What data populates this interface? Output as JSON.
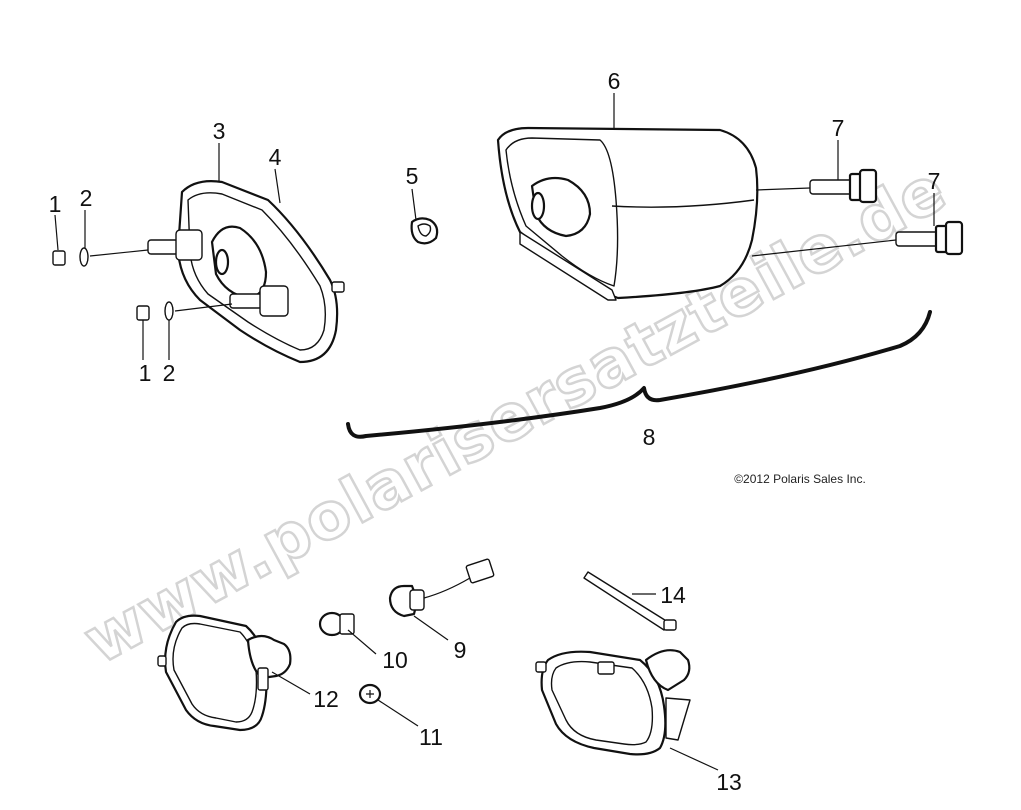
{
  "callouts": {
    "c1a": "1",
    "c2a": "2",
    "c3": "3",
    "c4": "4",
    "c5": "5",
    "c6": "6",
    "c7a": "7",
    "c7b": "7",
    "c1b": "1",
    "c2b": "2",
    "c8": "8",
    "c14": "14",
    "c9": "9",
    "c10": "10",
    "c12": "12",
    "c11": "11",
    "c13": "13"
  },
  "copyright": "©2012 Polaris Sales Inc.",
  "watermark": "www.polarisersatzteile.de"
}
